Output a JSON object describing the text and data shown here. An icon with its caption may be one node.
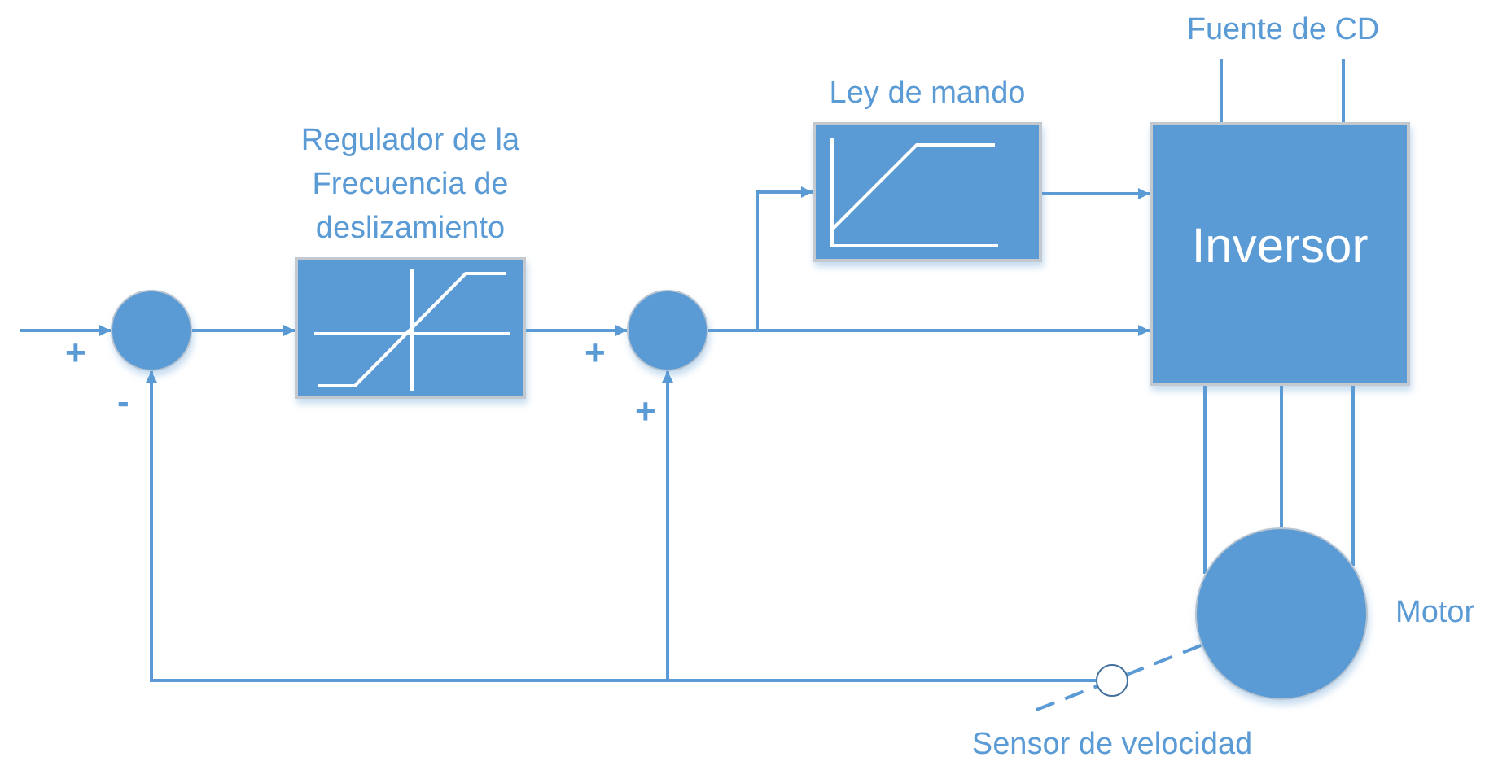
{
  "diagram": {
    "nodes": [
      {
        "text": [],
        "shape": "circle"
      },
      {
        "text": [
          "Regulador de la Frecuencia de deslizamiento"
        ]
      },
      {
        "text": [],
        "shape": "circle"
      },
      {
        "text": [
          "Ley de mando"
        ]
      },
      {
        "text": [
          "Inversor"
        ]
      },
      {
        "text": [],
        "shape": "circle",
        "beside": [
          "Motor"
        ]
      },
      {
        "text": [
          "Fuente de CD"
        ]
      },
      {
        "text": [],
        "shape": "circle",
        "beside": [
          "Sensor de velocidad"
        ]
      }
    ],
    "edges": [
      {
        "from": null,
        "to": 0,
        "arrow": "to"
      },
      {
        "from": 0,
        "to": 1,
        "arrow": "to"
      },
      {
        "from": 1,
        "to": 2,
        "arrow": "to"
      },
      {
        "from": 2,
        "to": 3,
        "arrow": "to"
      },
      {
        "from": 2,
        "to": 4,
        "arrow": "to"
      },
      {
        "from": 3,
        "to": 4,
        "arrow": "to"
      },
      {
        "from": 6,
        "to": 4,
        "arrow": "none"
      },
      {
        "from": 6,
        "to": 4,
        "arrow": "none"
      },
      {
        "from": 4,
        "to": 5,
        "arrow": "none"
      },
      {
        "from": 4,
        "to": 5,
        "arrow": "none"
      },
      {
        "from": 4,
        "to": 5,
        "arrow": "none"
      },
      {
        "from": 5,
        "to": 7,
        "arrow": "none",
        "style": "dashed"
      },
      {
        "from": 7,
        "to": 0,
        "arrow": "to"
      },
      {
        "from": 7,
        "to": 2,
        "arrow": "to"
      }
    ],
    "labels": [
      "+",
      "-",
      "+",
      "+"
    ]
  }
}
